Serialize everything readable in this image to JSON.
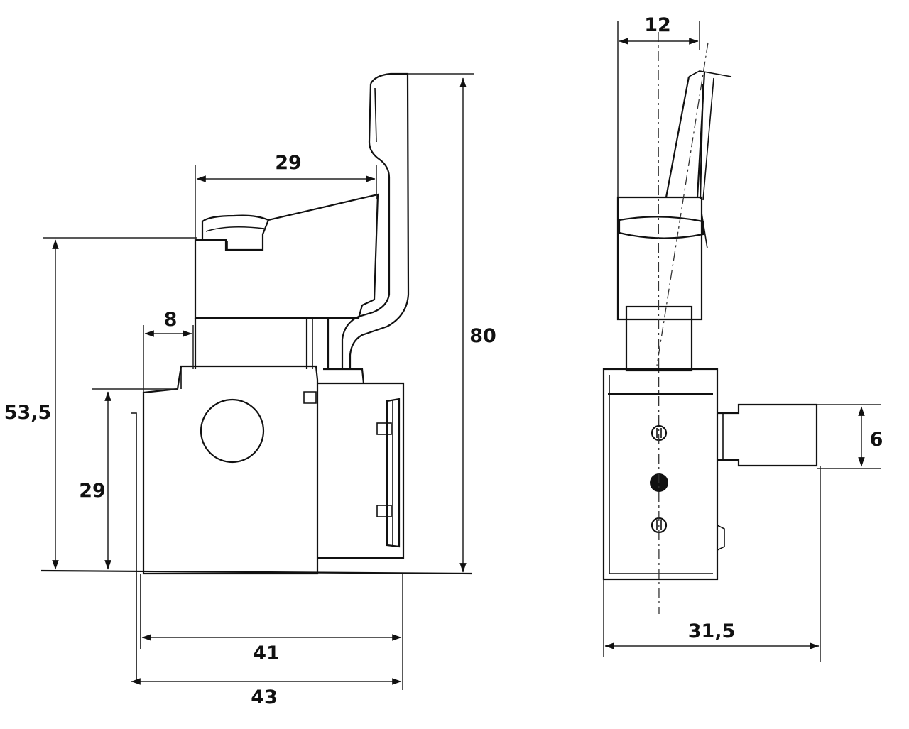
{
  "dimensions": {
    "front_trigger_width": "29",
    "front_side_offset": "8",
    "front_total_height": "80",
    "front_mid_height": "53,5",
    "front_body_height": "29",
    "front_body_width": "41",
    "front_total_width": "43",
    "side_trigger_width": "12",
    "side_shaft_diameter": "6",
    "side_total_width": "31,5"
  },
  "colors": {
    "line": "#111111",
    "background": "#ffffff"
  }
}
